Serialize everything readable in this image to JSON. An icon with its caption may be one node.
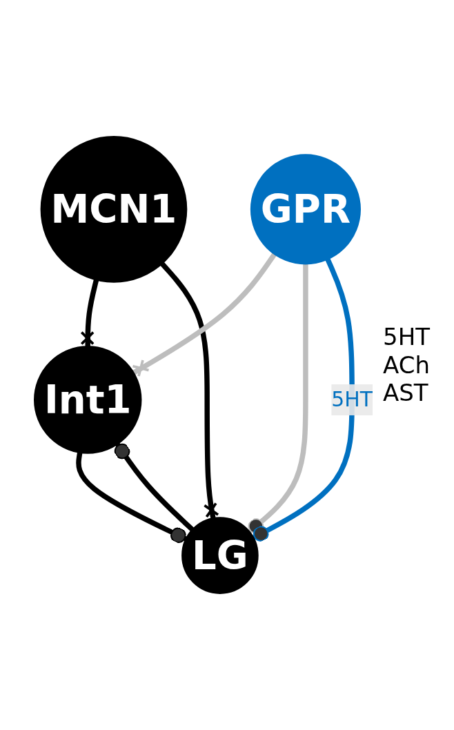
{
  "diagram": {
    "nodes": [
      {
        "text": [
          "MCN1"
        ]
      },
      {
        "text": [
          "Int1"
        ]
      },
      {
        "text": [
          "LG"
        ]
      },
      {
        "text": [
          "GPR"
        ],
        "beside": [
          "5HT",
          "ACh",
          "AST"
        ]
      }
    ],
    "edges": [
      {
        "from": 0,
        "to": 1,
        "arrow": "other"
      },
      {
        "from": 0,
        "to": 2,
        "arrow": "other"
      },
      {
        "from": 1,
        "to": 2,
        "arrow": "other"
      },
      {
        "from": 2,
        "to": 1,
        "arrow": "other"
      },
      {
        "from": 3,
        "to": 1,
        "arrow": "other",
        "color": "#bdbdbd"
      },
      {
        "from": 3,
        "to": 2,
        "arrow": "other",
        "color": "#bdbdbd"
      },
      {
        "from": 3,
        "to": 2,
        "arrow": "other",
        "label": "5HT",
        "color": "#0070c0"
      }
    ]
  }
}
